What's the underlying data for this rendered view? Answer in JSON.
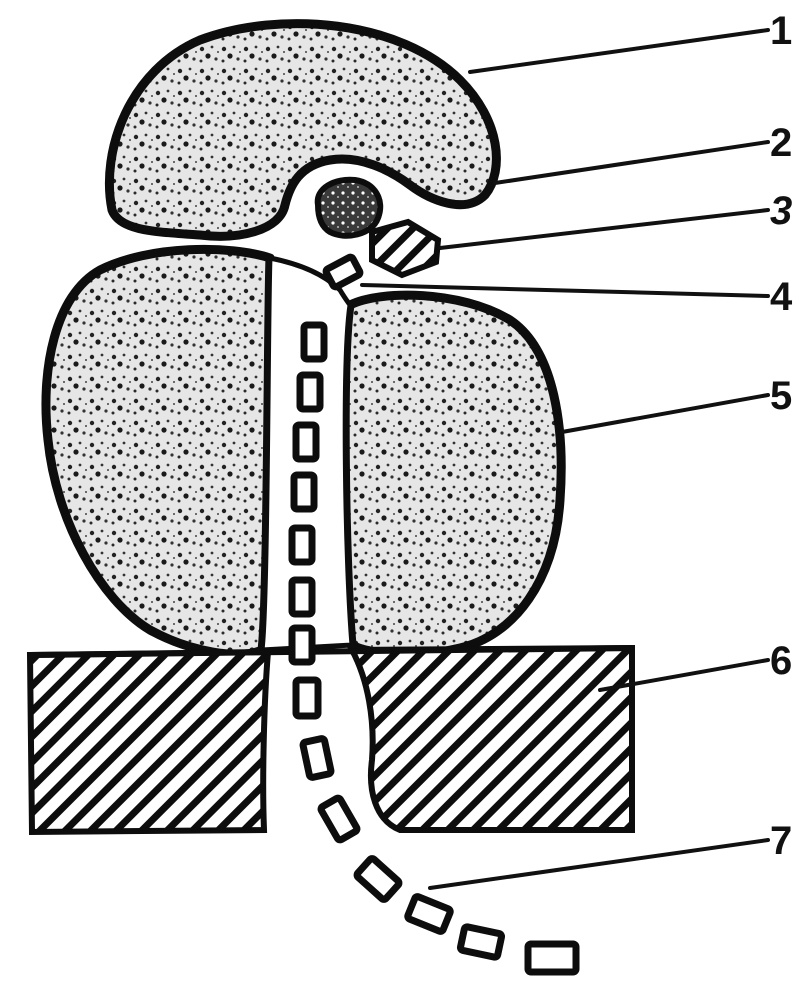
{
  "callouts": [
    {
      "id": "1",
      "label": "1"
    },
    {
      "id": "2",
      "label": "2"
    },
    {
      "id": "3",
      "label": "3"
    },
    {
      "id": "4",
      "label": "4"
    },
    {
      "id": "5",
      "label": "5"
    },
    {
      "id": "6",
      "label": "6"
    },
    {
      "id": "7",
      "label": "7"
    }
  ],
  "colors": {
    "ink": "#0d0d0d",
    "stipple_fill": "#e9e9e9",
    "background": "#ffffff"
  }
}
